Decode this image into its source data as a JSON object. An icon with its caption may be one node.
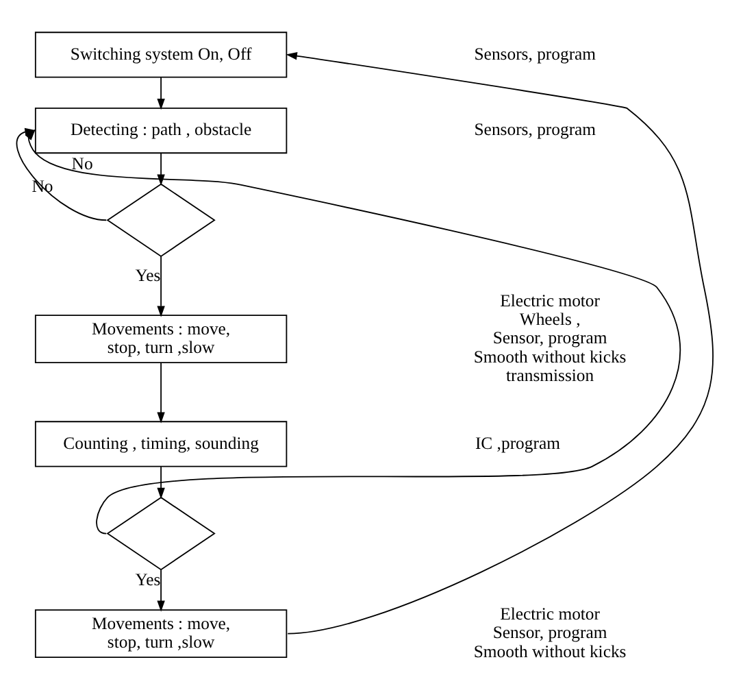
{
  "diagram": {
    "nodes": [
      {
        "text": [
          "Switching system On, Off"
        ]
      },
      {
        "text": [
          "Detecting : path , obstacle"
        ]
      },
      {
        "text": [],
        "shape": "diamond"
      },
      {
        "text": [
          "Movements : move, stop, turn ,slow"
        ]
      },
      {
        "text": [
          "Counting , timing, sounding"
        ]
      },
      {
        "text": [],
        "shape": "diamond"
      },
      {
        "text": [
          "Movements : move, stop, turn ,slow"
        ]
      }
    ],
    "edges": [
      {
        "from": 0,
        "to": 1,
        "arrow": "to"
      },
      {
        "from": 1,
        "to": 2,
        "arrow": "to"
      },
      {
        "from": 2,
        "to": 1,
        "label": "No",
        "arrow": "to"
      },
      {
        "from": 2,
        "to": 3,
        "label": "Yes",
        "arrow": "to"
      },
      {
        "from": 3,
        "to": 4,
        "arrow": "to"
      },
      {
        "from": 4,
        "to": 5,
        "arrow": "to"
      },
      {
        "from": 5,
        "to": 1,
        "label": "No",
        "arrow": "to"
      },
      {
        "from": 5,
        "to": 6,
        "label": "Yes",
        "arrow": "to"
      },
      {
        "from": 6,
        "to": 0,
        "arrow": "to"
      }
    ],
    "labels": [
      "Sensors, program",
      "Sensors, program",
      "Electric motor",
      "Wheels ,",
      "Sensor, program",
      "Smooth without kicks",
      "transmission",
      "IC ,program",
      "Electric motor",
      "Sensor, program",
      "Smooth without kicks"
    ]
  }
}
